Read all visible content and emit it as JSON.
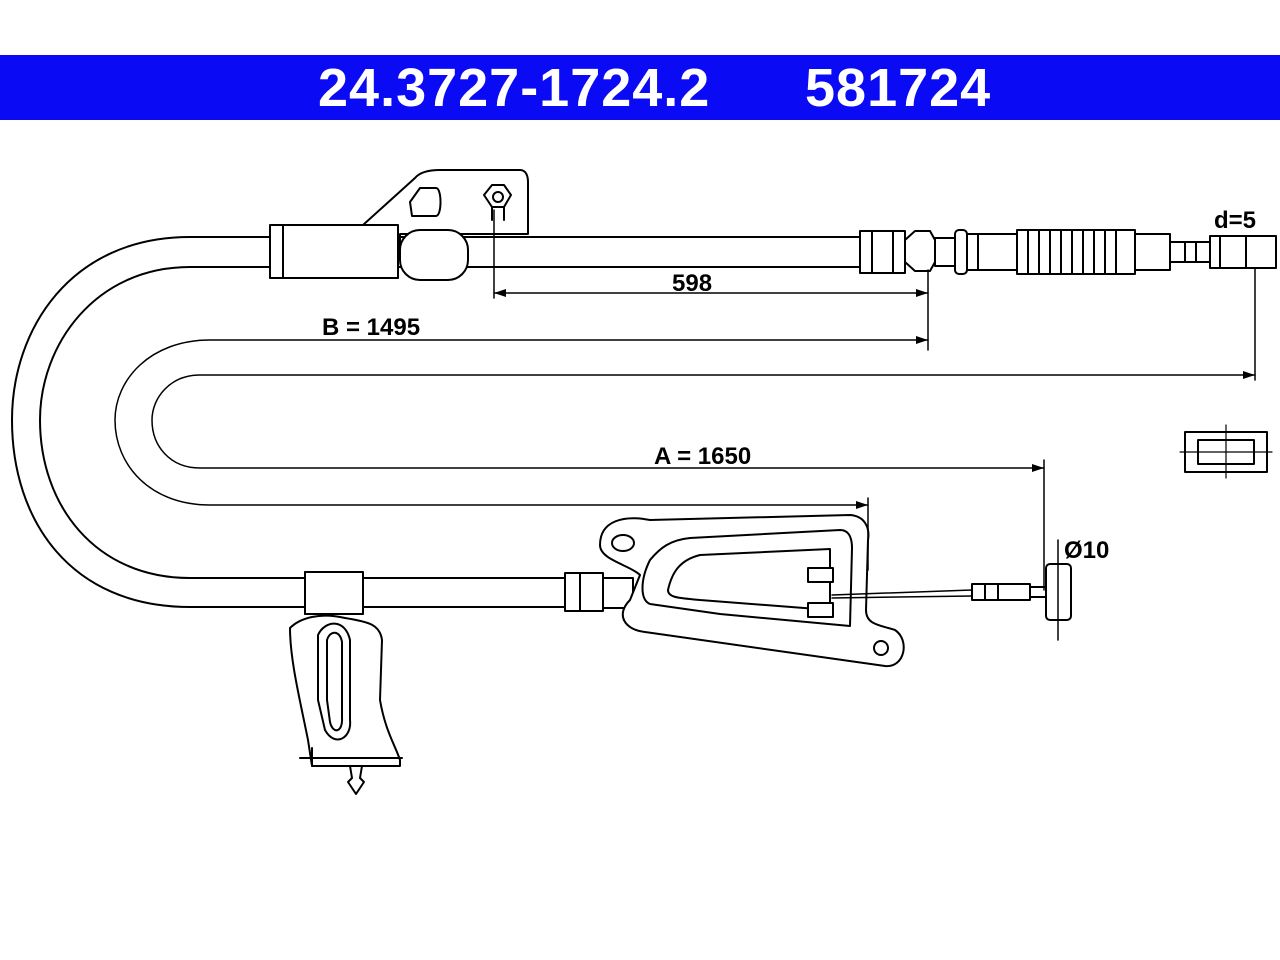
{
  "header": {
    "part_number_1": "24.3727-1724.2",
    "part_number_2": "581724",
    "bar_color": "#0a0af5"
  },
  "dimensions": {
    "clip_distance": "598",
    "length_b": "B = 1495",
    "length_a": "A = 1650",
    "end_diameter": "d=5",
    "nipple_diameter": "Ø10"
  }
}
